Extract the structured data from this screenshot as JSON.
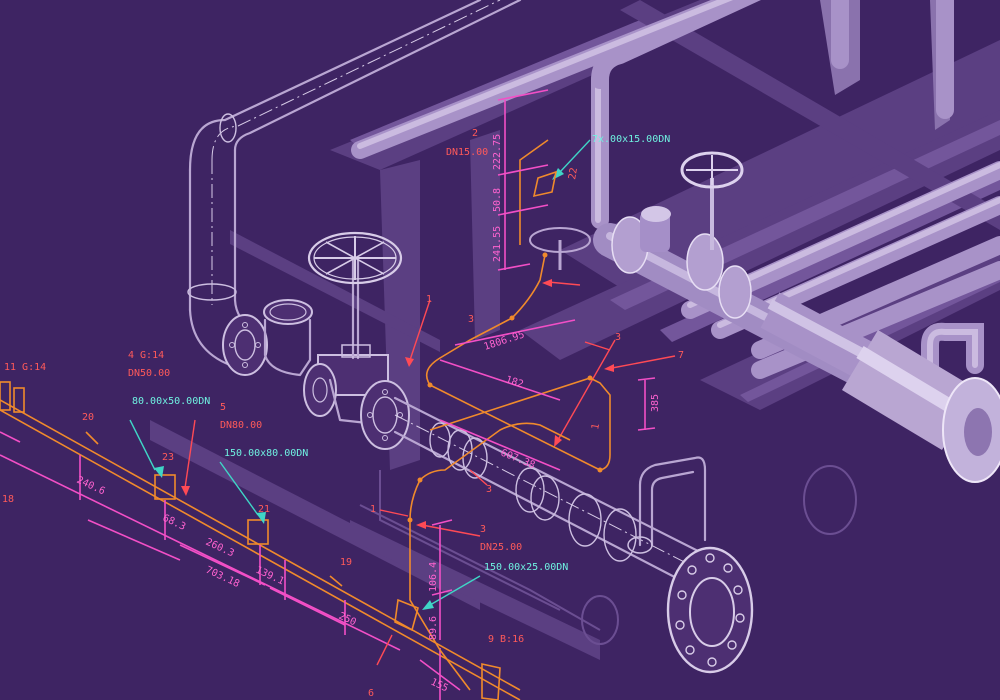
{
  "annotations": {
    "a_11g14": "11 G:14",
    "a_4g14": "4 G:14",
    "a_dn50": "DN50.00",
    "a_20": "20",
    "a_2400": "240.6",
    "a_80x50": "80.00x50.00DN",
    "a_23": "23",
    "a_5": "5",
    "a_dn80": "DN80.00",
    "a_150x80": "150.00x80.00DN",
    "a_21": "21",
    "a_683": "68.3",
    "a_2603": "260.3",
    "a_70318": "703.18",
    "a_1391": "139.1",
    "a_19": "19",
    "a_250": "250",
    "a_18": "18",
    "a_2": "2",
    "a_dn15": "DN15.00",
    "a_22275": "222.75",
    "a_508": "50.8",
    "a_24155": "241.55",
    "a_7x15": "7x.00x15.00DN",
    "a_22": "22",
    "a_1": "1",
    "a_3_top": "3",
    "a_180695": "1806.95",
    "a_182": "182",
    "a_3_mid": "3",
    "a_7": "7",
    "a_385": "385",
    "a_1_mid": "1",
    "a_60738": "607.38",
    "a_3_low": "3",
    "a_1_low": "1",
    "a_3_dn": "3",
    "a_dn25": "DN25.00",
    "a_150x25": "150.00x25.00DN",
    "a_1064": "106.4",
    "a_896": "89.6",
    "a_155": "155",
    "a_9b16": "9 B:16",
    "a_6": "6"
  }
}
